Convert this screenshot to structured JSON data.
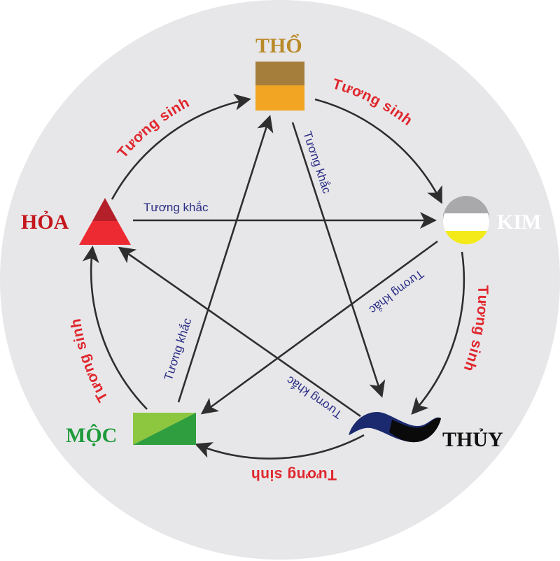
{
  "elements": {
    "tho": {
      "label": "THỔ",
      "color": "#b98a2a"
    },
    "kim": {
      "label": "KIM",
      "color": "#ffffff"
    },
    "thuy": {
      "label": "THỦY",
      "color": "#111111"
    },
    "moc": {
      "label": "MỘC",
      "color": "#1e9a3a"
    },
    "hoa": {
      "label": "HỎA",
      "color": "#c4161c"
    }
  },
  "relations": {
    "sinh_label": "Tương sinh",
    "khac_label": "Tương khắc"
  },
  "colors": {
    "background_circle": "#e7e7e9",
    "arrow": "#2e2e2e",
    "sinh_text": "#e0262d",
    "khac_text": "#2a2d85"
  }
}
